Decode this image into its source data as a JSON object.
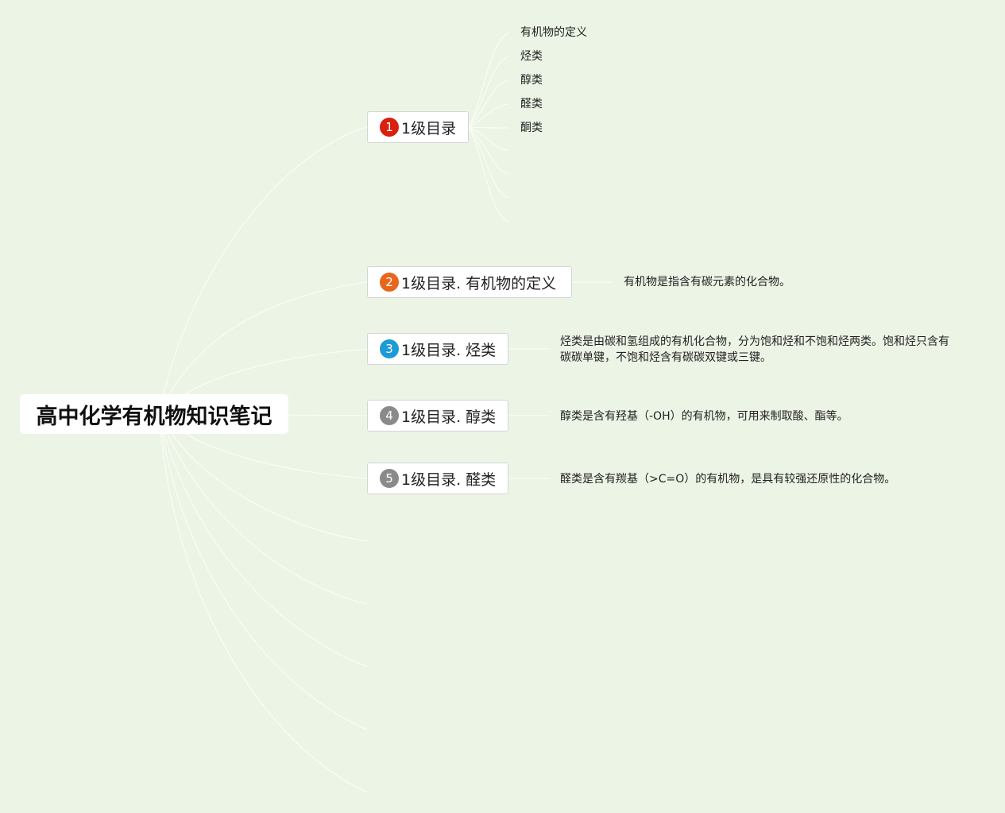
{
  "root": {
    "label": "高中化学有机物知识笔记"
  },
  "topics": [
    {
      "number": "1",
      "label": "1级目录",
      "marker_color": "#d9200f"
    },
    {
      "number": "2",
      "label": "1级目录. 有机物的定义",
      "marker_color": "#e8661c",
      "note": "有机物是指含有碳元素的化合物。"
    },
    {
      "number": "3",
      "label": "1级目录. 烃类",
      "marker_color": "#1e9ad6",
      "note": "烃类是由碳和氢组成的有机化合物，分为饱和烃和不饱和烃两类。饱和烃只含有碳碳单键，不饱和烃含有碳碳双键或三键。"
    },
    {
      "number": "4",
      "label": "1级目录. 醇类",
      "marker_color": "#8a8a8a",
      "note": "醇类是含有羟基（-OH）的有机物，可用来制取酸、酯等。"
    },
    {
      "number": "5",
      "label": "1级目录. 醛类",
      "marker_color": "#8a8a8a",
      "note": "醛类是含有羰基（>C=O）的有机物，是具有较强还原性的化合物。"
    }
  ],
  "subtopics": [
    "有机物的定义",
    "烃类",
    "醇类",
    "醛类",
    "酮类"
  ],
  "colors": {
    "background": "#ecf4e6",
    "branch_line": "#f8fbf2"
  }
}
